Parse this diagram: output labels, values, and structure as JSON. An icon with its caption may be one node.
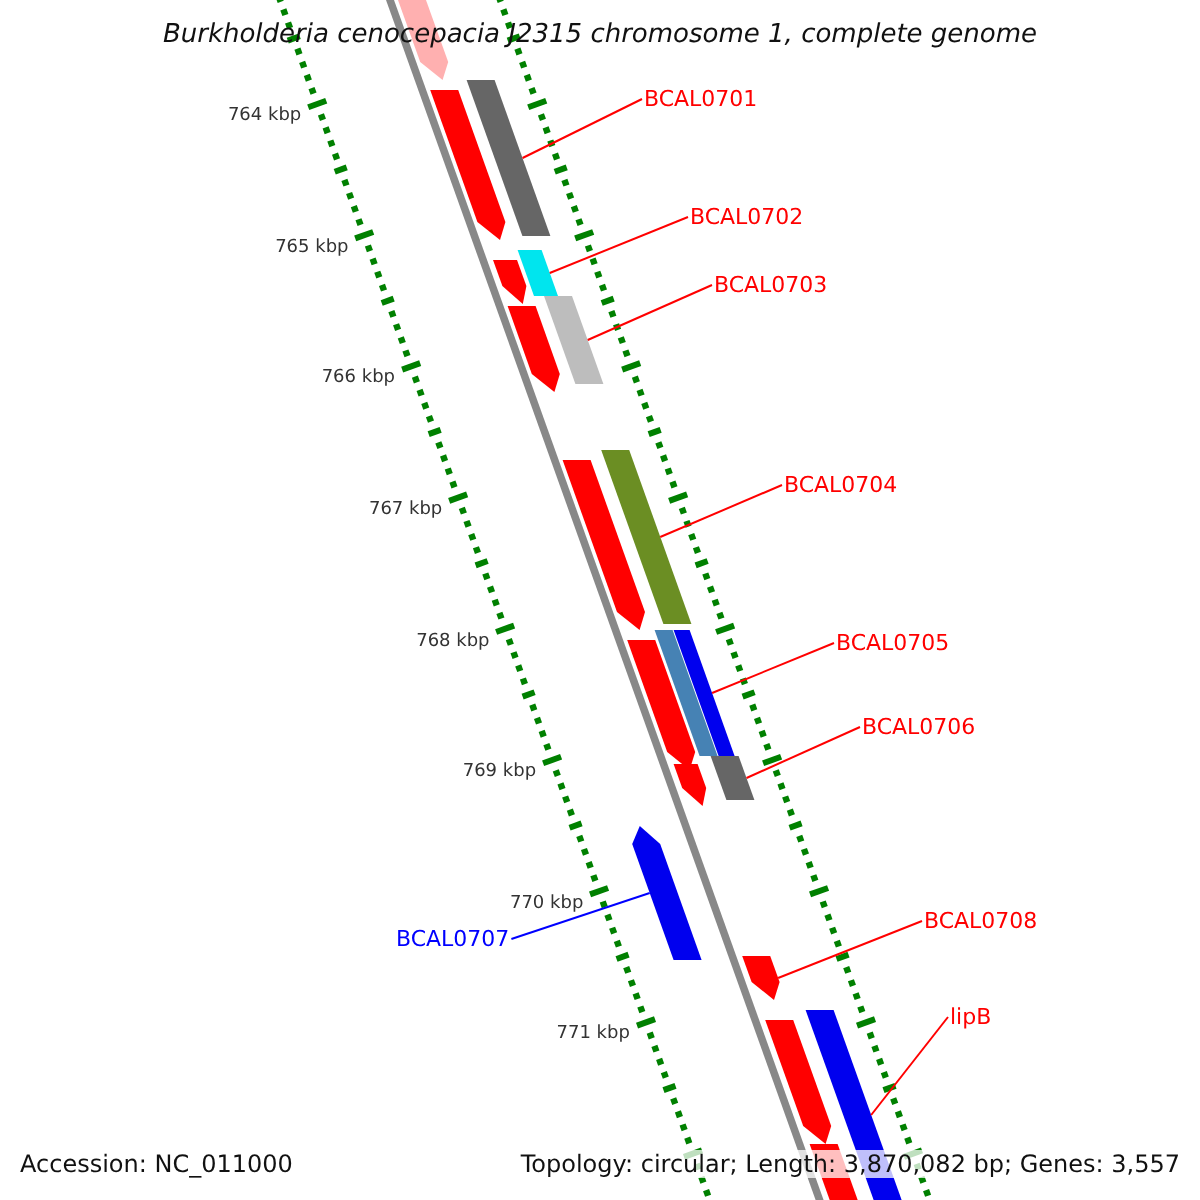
{
  "diagram": {
    "title": "Burkholderia cenocepacia J2315 chromosome 1, complete genome",
    "nodes": [
      {
        "text": [
          "BCAL0701"
        ]
      },
      {
        "text": [
          "BCAL0702"
        ]
      },
      {
        "text": [
          "BCAL0703"
        ]
      },
      {
        "text": [
          "BCAL0704"
        ]
      },
      {
        "text": [
          "BCAL0705"
        ]
      },
      {
        "text": [
          "BCAL0706"
        ]
      },
      {
        "text": [
          "BCAL0707"
        ]
      },
      {
        "text": [
          "BCAL0708"
        ]
      },
      {
        "text": [
          "lipB"
        ]
      },
      {
        "text": [],
        "shape": "bar"
      },
      {
        "text": [],
        "shape": "bar"
      },
      {
        "text": [],
        "shape": "bar"
      },
      {
        "text": [],
        "shape": "bar"
      },
      {
        "text": [],
        "shape": "bar"
      },
      {
        "text": [],
        "shape": "bar"
      },
      {
        "text": [],
        "shape": "arrow"
      },
      {
        "text": [],
        "shape": "arrow"
      },
      {
        "text": [],
        "shape": "bar"
      },
      {
        "text": [],
        "shape": "arrow"
      },
      {
        "text": [],
        "shape": "arrow"
      },
      {
        "text": [],
        "shape": "arrow"
      },
      {
        "text": [],
        "shape": "arrow"
      },
      {
        "text": [],
        "shape": "arrow"
      },
      {
        "text": [],
        "shape": "arrow"
      },
      {
        "text": [],
        "shape": "arrow"
      },
      {
        "text": [],
        "shape": "bar"
      },
      {
        "text": [],
        "shape": "arrow"
      },
      {
        "text": [],
        "shape": "arrow"
      }
    ],
    "edges": [
      {
        "from": 0,
        "to": 9,
        "arrow": "none"
      },
      {
        "from": 1,
        "to": 10,
        "arrow": "none"
      },
      {
        "from": 2,
        "to": 11,
        "arrow": "none"
      },
      {
        "from": 3,
        "to": 12,
        "arrow": "none"
      },
      {
        "from": 4,
        "to": 13,
        "arrow": "none"
      },
      {
        "from": 5,
        "to": 14,
        "arrow": "none"
      },
      {
        "from": 6,
        "to": 15,
        "arrow": "none",
        "color": "#0000ff"
      },
      {
        "from": 7,
        "to": 16,
        "arrow": "none"
      },
      {
        "from": 8,
        "to": 17,
        "arrow": "none"
      }
    ],
    "labels": [
      "764 kbp",
      "765 kbp",
      "766 kbp",
      "767 kbp",
      "768 kbp",
      "769 kbp",
      "770 kbp",
      "771 kbp",
      "Accession: NC_011000",
      "Topology: circular; Length: 3,870,082 bp; Genes: 3,557"
    ]
  }
}
